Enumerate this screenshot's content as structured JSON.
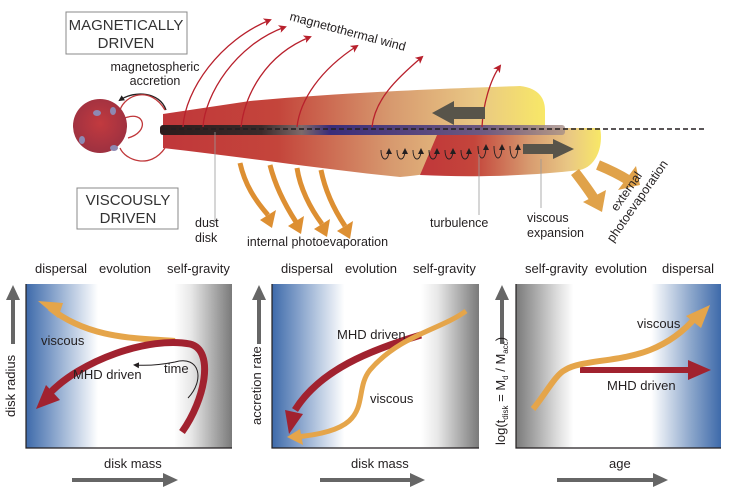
{
  "top_diagram": {
    "mode_boxes": {
      "magnetic": [
        "MAGNETICALLY",
        "DRIVEN"
      ],
      "viscous": [
        "VISCOUSLY",
        "DRIVEN"
      ]
    },
    "labels": {
      "magnetospheric_accretion": [
        "magnetospheric",
        "accretion"
      ],
      "magnetothermal_wind": "magnetothermal wind",
      "dust_disk": [
        "dust",
        "disk"
      ],
      "internal_photoevaporation": "internal photoevaporation",
      "turbulence": "turbulence",
      "viscous_expansion": [
        "viscous",
        "expansion"
      ],
      "external_photoevaporation": [
        "external",
        "photoevaporation"
      ]
    },
    "colors": {
      "disk_inner": "#c0373a",
      "disk_mid": "#d9a070",
      "disk_outer": "#f6e36a",
      "dust": "#3a2d7a",
      "wind": "#b8202c",
      "photoevap": "#dd8f32",
      "star": "#b8343c",
      "spots": "#8e89b3",
      "flow_arrow": "#58544a"
    }
  },
  "panels": [
    {
      "id": "radius-vs-mass",
      "regions": [
        "dispersal",
        "evolution",
        "self-gravity"
      ],
      "xlabel": "disk mass",
      "ylabel": "disk radius",
      "curves": [
        {
          "name": "viscous",
          "color": "#e5a54a"
        },
        {
          "name": "MHD driven",
          "color": "#a1222f"
        }
      ],
      "annotation": "time",
      "gradient": "blue-left-gray-right"
    },
    {
      "id": "accretion-vs-mass",
      "regions": [
        "dispersal",
        "evolution",
        "self-gravity"
      ],
      "xlabel": "disk mass",
      "ylabel": "accretion rate",
      "curves": [
        {
          "name": "MHD driven",
          "color": "#a1222f"
        },
        {
          "name": "viscous",
          "color": "#e5a54a"
        }
      ],
      "gradient": "blue-left-gray-right"
    },
    {
      "id": "tdisk-vs-age",
      "regions": [
        "self-gravity",
        "evolution",
        "dispersal"
      ],
      "xlabel": "age",
      "ylabel_parts": {
        "pre": "log(t",
        "sub1": "disk",
        "mid": " = M",
        "sub2": "d",
        "mid2": " / M",
        "dot": "˙",
        "sub3": "acc",
        "post": ")"
      },
      "curves": [
        {
          "name": "viscous",
          "color": "#e5a54a"
        },
        {
          "name": "MHD driven",
          "color": "#a1222f"
        }
      ],
      "gradient": "gray-left-blue-right"
    }
  ]
}
